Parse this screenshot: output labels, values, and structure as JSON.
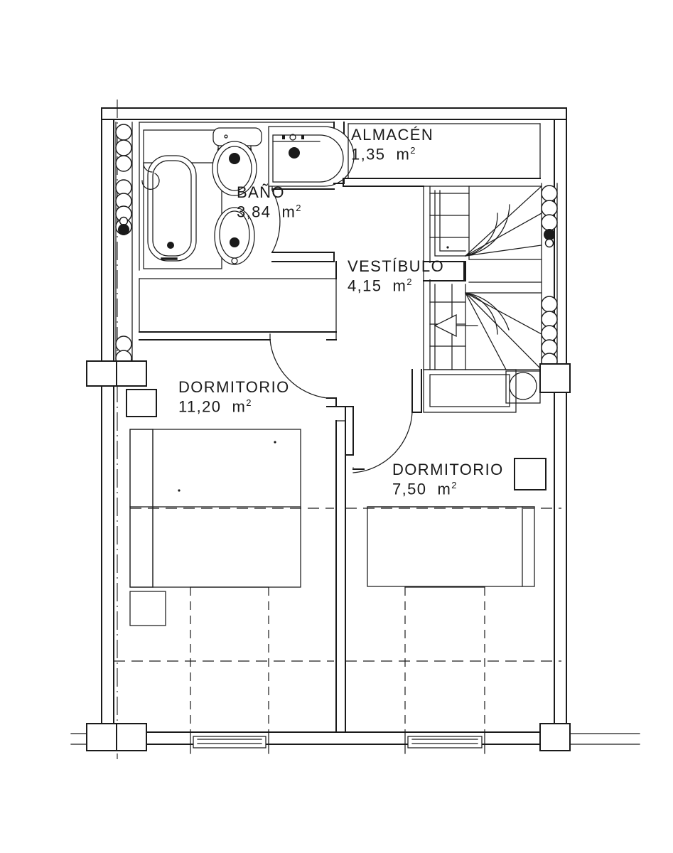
{
  "document": {
    "type": "architectural-floor-plan",
    "language": "es",
    "line_color": "#1a1a1a",
    "background_color": "#ffffff",
    "area_unit": "m²"
  },
  "rooms": [
    {
      "id": "almacen",
      "name": "ALMACÉN",
      "area": "1,35",
      "area_unit": "m",
      "area_exponent": "2"
    },
    {
      "id": "bano",
      "name": "BAÑO",
      "area": "3,84",
      "area_unit": "m",
      "area_exponent": "2"
    },
    {
      "id": "vestibulo",
      "name": "VESTÍBULO",
      "area": "4,15",
      "area_unit": "m",
      "area_exponent": "2"
    },
    {
      "id": "dormitorio_1",
      "name": "DORMITORIO",
      "area": "11,20",
      "area_unit": "m",
      "area_exponent": "2"
    },
    {
      "id": "dormitorio_2",
      "name": "DORMITORIO",
      "area": "7,50",
      "area_unit": "m",
      "area_exponent": "2"
    }
  ],
  "labels": {
    "almacen_name": "ALMACÉN",
    "almacen_area": "1,35",
    "almacen_unit": "m",
    "almacen_sup": "2",
    "bano_name": "BAÑO",
    "bano_area": "3,84",
    "bano_unit": "m",
    "bano_sup": "2",
    "vestibulo_name": "VESTÍBULO",
    "vestibulo_area": "4,15",
    "vestibulo_unit": "m",
    "vestibulo_sup": "2",
    "dorm1_name": "DORMITORIO",
    "dorm1_area": "11,20",
    "dorm1_unit": "m",
    "dorm1_sup": "2",
    "dorm2_name": "DORMITORIO",
    "dorm2_area": "7,50",
    "dorm2_unit": "m",
    "dorm2_sup": "2"
  },
  "fixtures": [
    {
      "id": "bathtub",
      "icon": "bathtub-icon",
      "room": "bano"
    },
    {
      "id": "toilet",
      "icon": "toilet-icon",
      "room": "bano"
    },
    {
      "id": "bidet",
      "icon": "bidet-icon",
      "room": "bano"
    },
    {
      "id": "washbasin",
      "icon": "washbasin-icon",
      "room": "bano"
    },
    {
      "id": "bed_1",
      "icon": "double-bed-icon",
      "room": "dormitorio_1"
    },
    {
      "id": "bed_2",
      "icon": "double-bed-icon",
      "room": "dormitorio_2"
    },
    {
      "id": "nightstand_1",
      "icon": "nightstand-icon",
      "room": "dormitorio_1"
    },
    {
      "id": "nightstand_2",
      "icon": "nightstand-icon",
      "room": "dormitorio_2"
    },
    {
      "id": "wardrobe_1",
      "icon": "wardrobe-icon",
      "room": "dormitorio_1"
    },
    {
      "id": "staircase",
      "icon": "staircase-icon",
      "room": "vestibulo"
    },
    {
      "id": "stair_arrow",
      "icon": "arrow-left-icon",
      "room": "vestibulo"
    },
    {
      "id": "appliance",
      "icon": "circular-appliance-icon",
      "room": "vestibulo"
    }
  ],
  "openings": [
    {
      "id": "door_bano",
      "icon": "door-swing-icon",
      "room": "bano"
    },
    {
      "id": "door_dorm1",
      "icon": "door-swing-icon",
      "room": "dormitorio_1"
    },
    {
      "id": "door_dorm2",
      "icon": "door-swing-icon",
      "room": "dormitorio_2"
    },
    {
      "id": "window_dorm1",
      "icon": "window-icon",
      "room": "dormitorio_1"
    },
    {
      "id": "window_dorm2",
      "icon": "window-icon",
      "room": "dormitorio_2"
    }
  ],
  "risers": {
    "left_wall_groups": [
      3,
      4,
      2
    ],
    "right_wall_groups": [
      4,
      5
    ],
    "filled_marker_count": 2
  }
}
